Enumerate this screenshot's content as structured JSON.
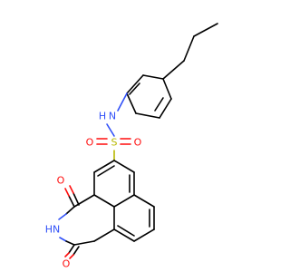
{
  "structure": {
    "atoms": {
      "nh_amide": "N",
      "h_amide": "H",
      "sulfur": "S",
      "o_sulfonyl_left": "O",
      "o_sulfonyl_right": "O",
      "o_imide_top": "O",
      "o_imide_bottom": "O",
      "nh_imide": "HN"
    },
    "colors": {
      "carbon": "#000000",
      "nitrogen": "#3050f8",
      "oxygen": "#ff0d0d",
      "sulfur": "#b8b800"
    }
  }
}
